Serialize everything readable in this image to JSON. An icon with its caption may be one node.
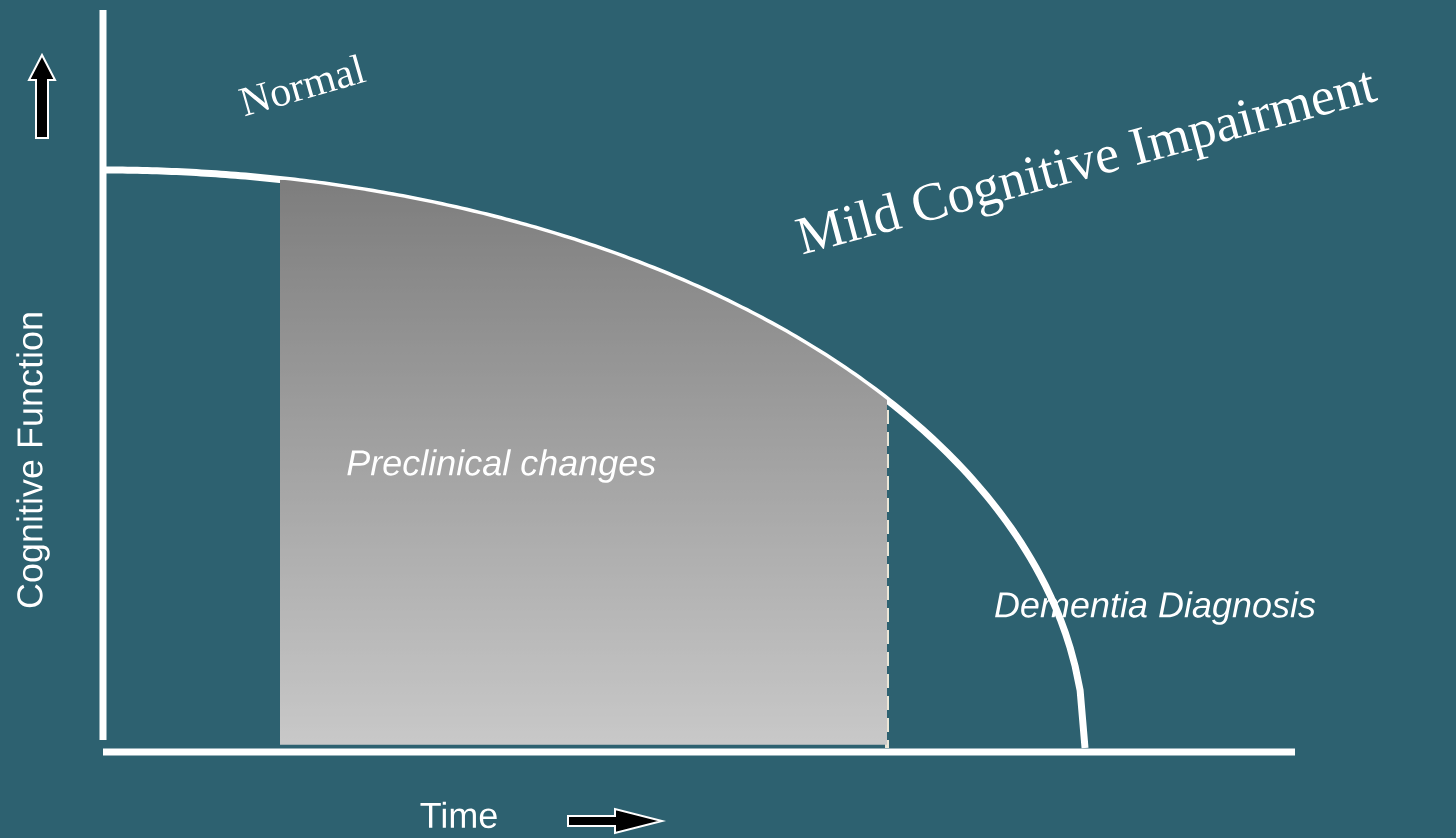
{
  "diagram": {
    "nodes": [
      {
        "text": [
          "Preclinical changes"
        ]
      }
    ],
    "labels": [
      "Normal",
      "Mild Cognitive Impairment",
      "Dementia Diagnosis",
      "Cognitive Function",
      "Time"
    ]
  }
}
